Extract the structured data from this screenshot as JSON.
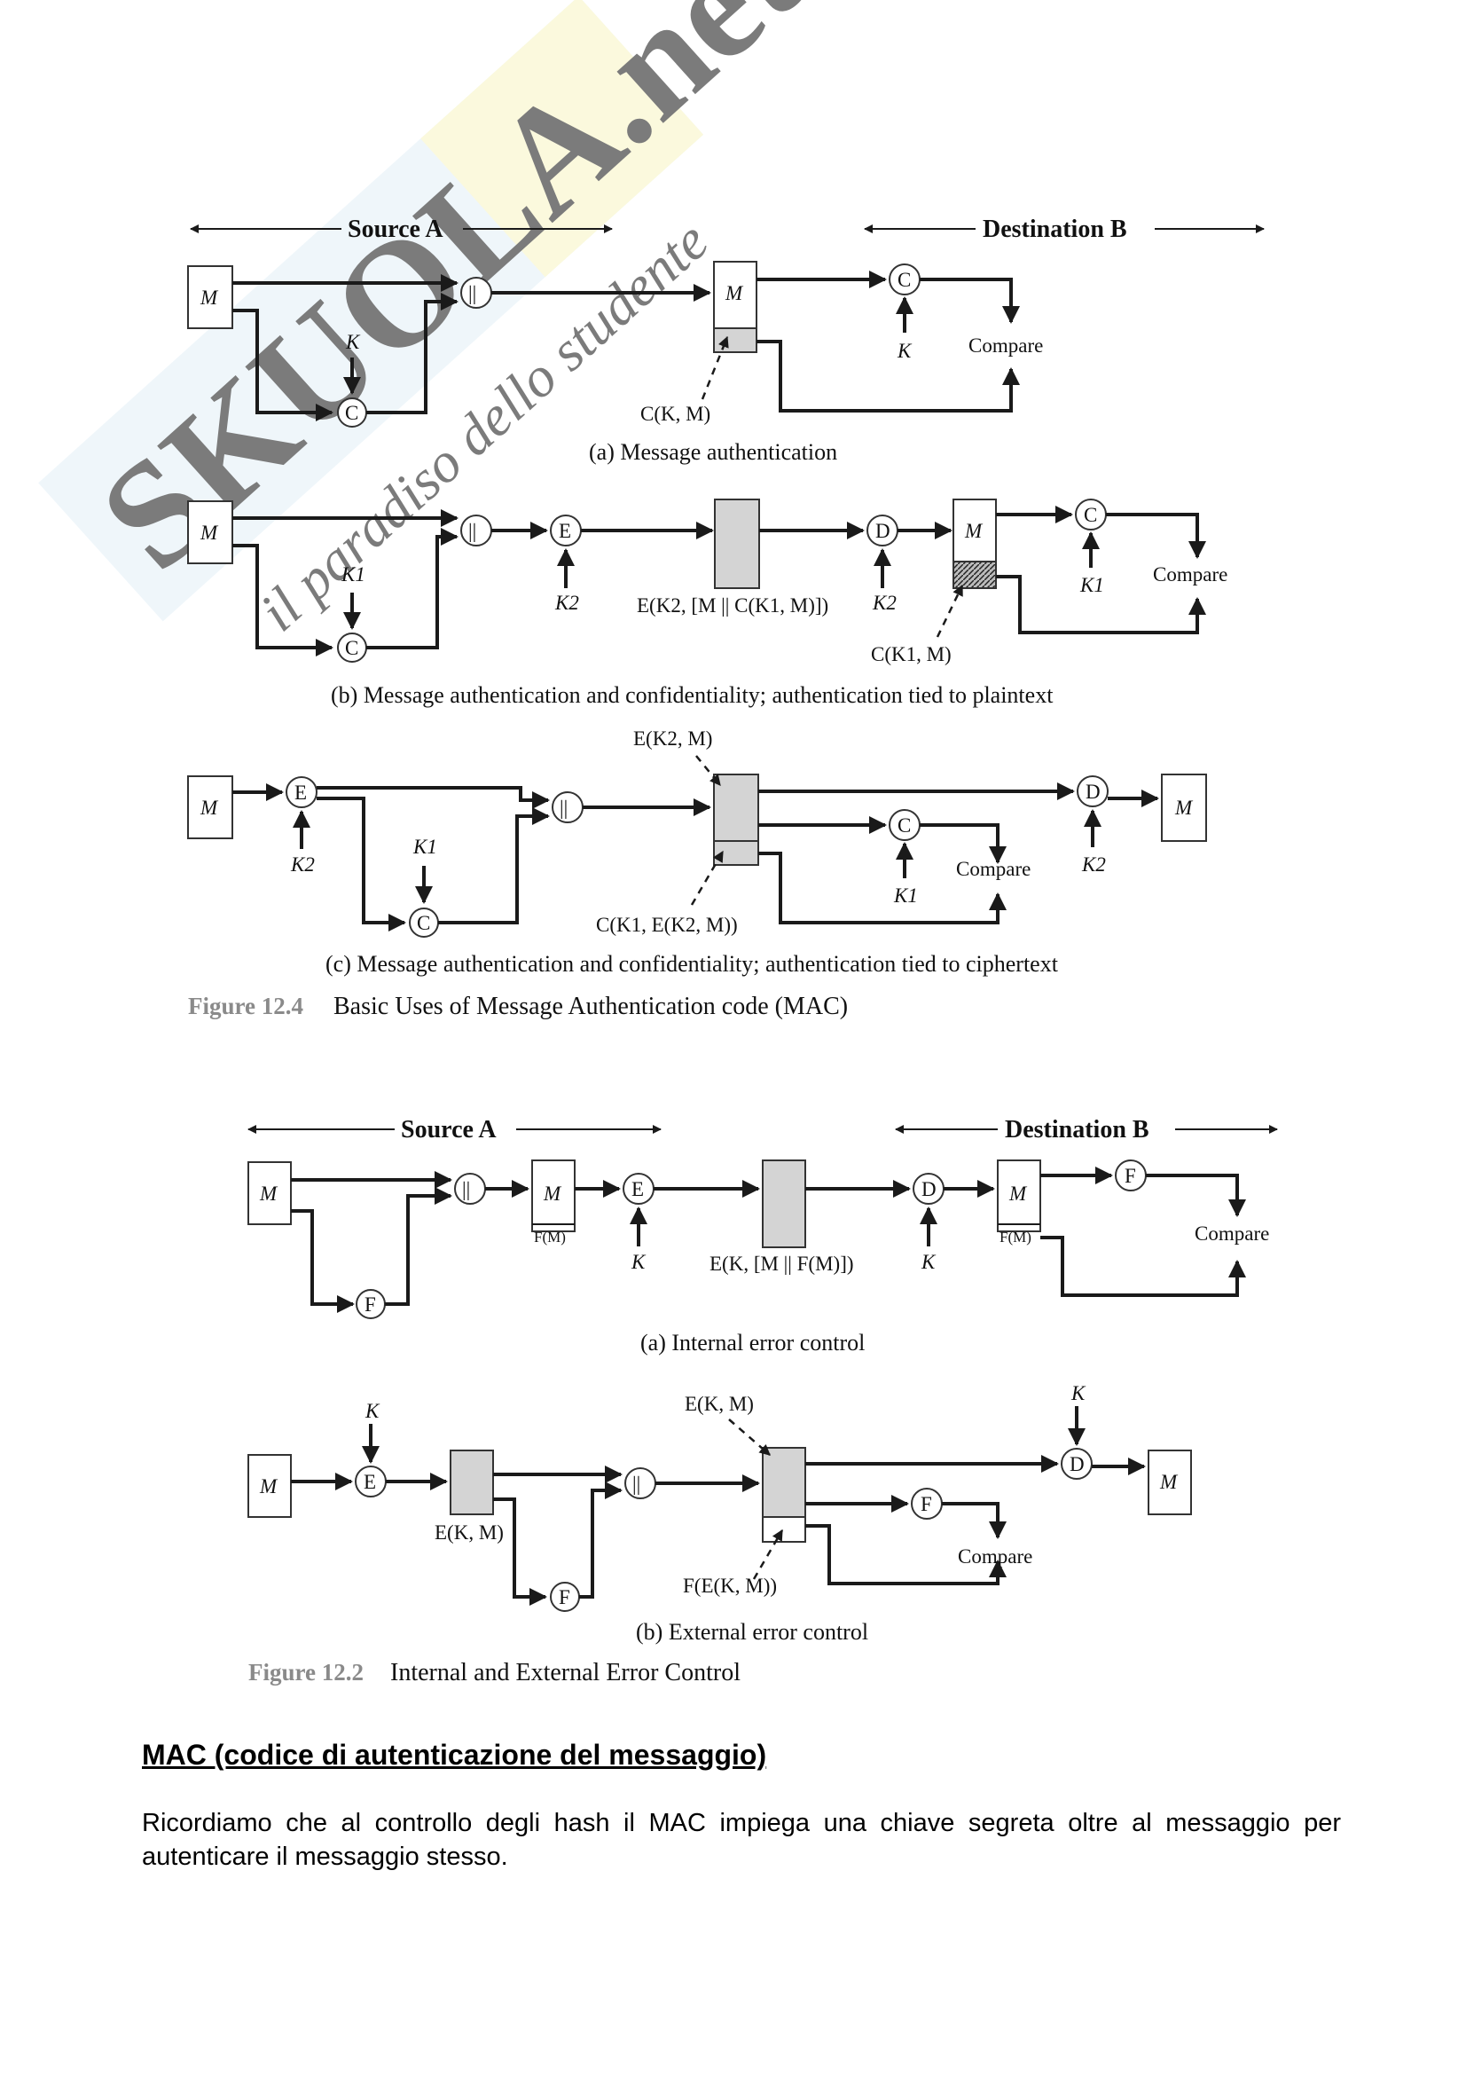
{
  "watermark": {
    "brand": "SKUOLA.net",
    "tagline": "il paradiso dello studente"
  },
  "figure_12_4": {
    "source_header": "Source A",
    "dest_header": "Destination B",
    "panel_a": {
      "caption": "(a) Message authentication",
      "m": "M",
      "k": "K",
      "c": "C",
      "concat": "||",
      "compare": "Compare",
      "mac_label": "C(K, M)"
    },
    "panel_b": {
      "caption": "(b) Message authentication and confidentiality; authentication tied to plaintext",
      "m": "M",
      "k1": "K1",
      "k2": "K2",
      "e": "E",
      "d": "D",
      "c": "C",
      "concat": "||",
      "compare": "Compare",
      "cipher_label": "E(K2, [M || C(K1, M)])",
      "mac_label": "C(K1, M)"
    },
    "panel_c": {
      "caption": "(c) Message authentication and confidentiality; authentication tied to ciphertext",
      "m": "M",
      "k1": "K1",
      "k2": "K2",
      "e": "E",
      "d": "D",
      "c": "C",
      "concat": "||",
      "compare": "Compare",
      "cipher_label": "E(K2, M)",
      "mac_label": "C(K1, E(K2, M))"
    },
    "figure_label": "Figure 12.4",
    "figure_title": "Basic Uses of Message Authentication code (MAC)"
  },
  "figure_12_2": {
    "source_header": "Source A",
    "dest_header": "Destination B",
    "panel_a": {
      "caption": "(a) Internal error control",
      "m": "M",
      "fm": "F(M)",
      "f": "F",
      "e": "E",
      "d": "D",
      "k": "K",
      "concat": "||",
      "compare": "Compare",
      "cipher_label": "E(K, [M || F(M)])"
    },
    "panel_b": {
      "caption": "(b) External error control",
      "m": "M",
      "f": "F",
      "e": "E",
      "d": "D",
      "k": "K",
      "concat": "||",
      "compare": "Compare",
      "ek_label": "E(K, M)",
      "ek_label_top": "E(K, M)",
      "fe_label": "F(E(K, M))"
    },
    "figure_label": "Figure 12.2",
    "figure_title": "Internal and External Error Control"
  },
  "section": {
    "heading": "MAC (codice di autenticazione del messaggio)",
    "paragraph": "Ricordiamo che al controllo degli hash il MAC impiega una chiave segreta oltre al messaggio per autenticare il messaggio stesso."
  }
}
